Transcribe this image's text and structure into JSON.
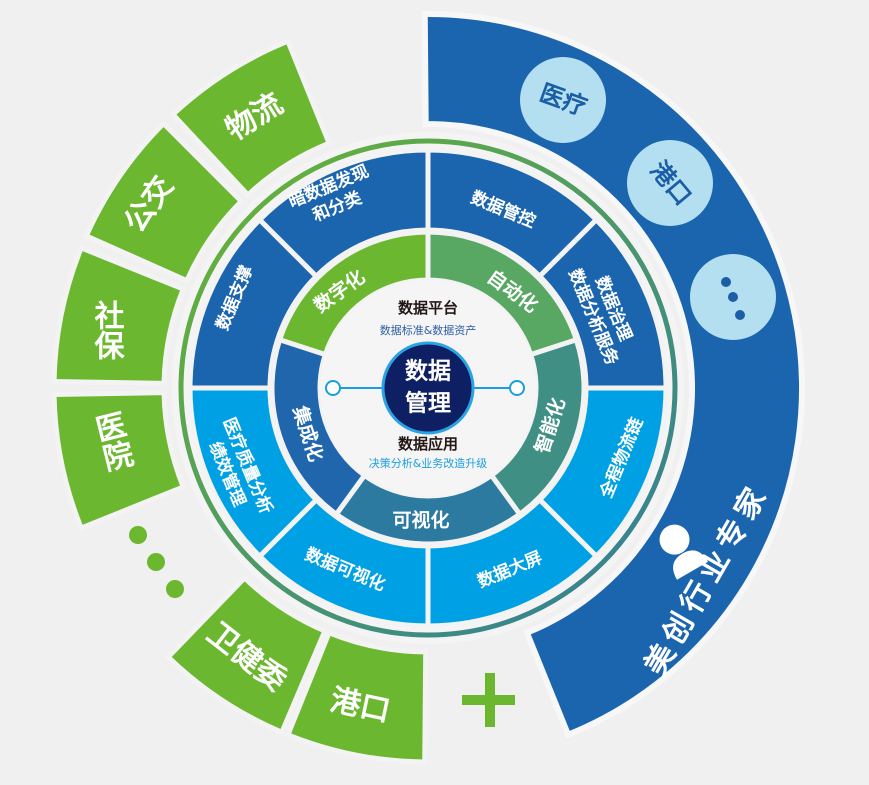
{
  "center": {
    "title_line1": "数据",
    "title_line2": "管理",
    "platform_title": "数据平台",
    "platform_sub": "数据标准&数据资产",
    "app_title": "数据应用",
    "app_sub": "决策分析&业务改造升级"
  },
  "inner_ring": [
    {
      "label": "数字化",
      "color": "#6bb72f"
    },
    {
      "label": "自动化",
      "color": "#58a864"
    },
    {
      "label": "智能化",
      "color": "#3f8f84"
    },
    {
      "label": "可视化",
      "color": "#2c7aa0"
    },
    {
      "label": "集成化",
      "color": "#1f66ad"
    }
  ],
  "outer_ring": [
    {
      "lines": [
        "数据支撑"
      ]
    },
    {
      "lines": [
        "暗数据发现",
        "和分类"
      ]
    },
    {
      "lines": [
        "数据管控"
      ]
    },
    {
      "lines": [
        "数据治理",
        "数据分析服务"
      ]
    },
    {
      "lines": [
        "全程物流链"
      ]
    },
    {
      "lines": [
        "数据大屏"
      ]
    },
    {
      "lines": [
        "数据可视化"
      ]
    },
    {
      "lines": [
        "医疗质量分析",
        "绩效管理"
      ]
    }
  ],
  "industries": [
    {
      "label": "物流"
    },
    {
      "label": "公交"
    },
    {
      "label": "社保"
    },
    {
      "label": "医院"
    },
    {
      "label": "卫健委"
    },
    {
      "label": "港口"
    }
  ],
  "expert_band": {
    "label": "美创行业专家",
    "circles": [
      {
        "label": "医疗"
      },
      {
        "label": "港口"
      },
      {
        "label": "更多"
      }
    ],
    "icon": "person-icon"
  },
  "colors": {
    "green": "#6bb72f",
    "dark_blue": "#1b65ae",
    "light_blue": "#00a0e4",
    "navy": "#0e1f63",
    "pale_blue": "#b3dff1"
  }
}
